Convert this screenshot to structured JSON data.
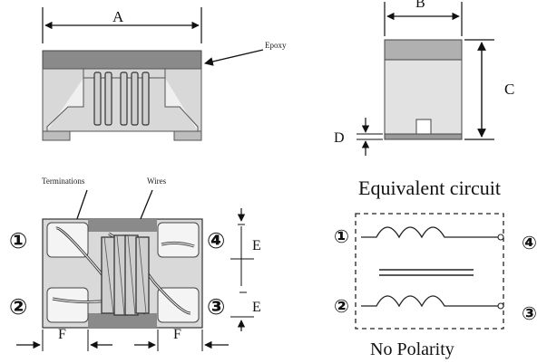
{
  "top_view": {
    "dim_a": "A",
    "epoxy_label": "Epoxy"
  },
  "side_view": {
    "dim_b": "B",
    "dim_c": "C",
    "dim_d": "D"
  },
  "equivalent_circuit": {
    "title": "Equivalent circuit",
    "pin1": "①",
    "pin2": "②",
    "pin3": "③",
    "pin4": "④",
    "note": "No Polarity"
  },
  "bottom_view": {
    "terminations_label": "Terminations",
    "wires_label": "Wires",
    "pin1": "①",
    "pin2": "②",
    "pin3": "③",
    "pin4": "④",
    "dim_e_top": "E",
    "dim_e_bottom": "E",
    "dim_f_left": "F",
    "dim_f_right": "F"
  }
}
